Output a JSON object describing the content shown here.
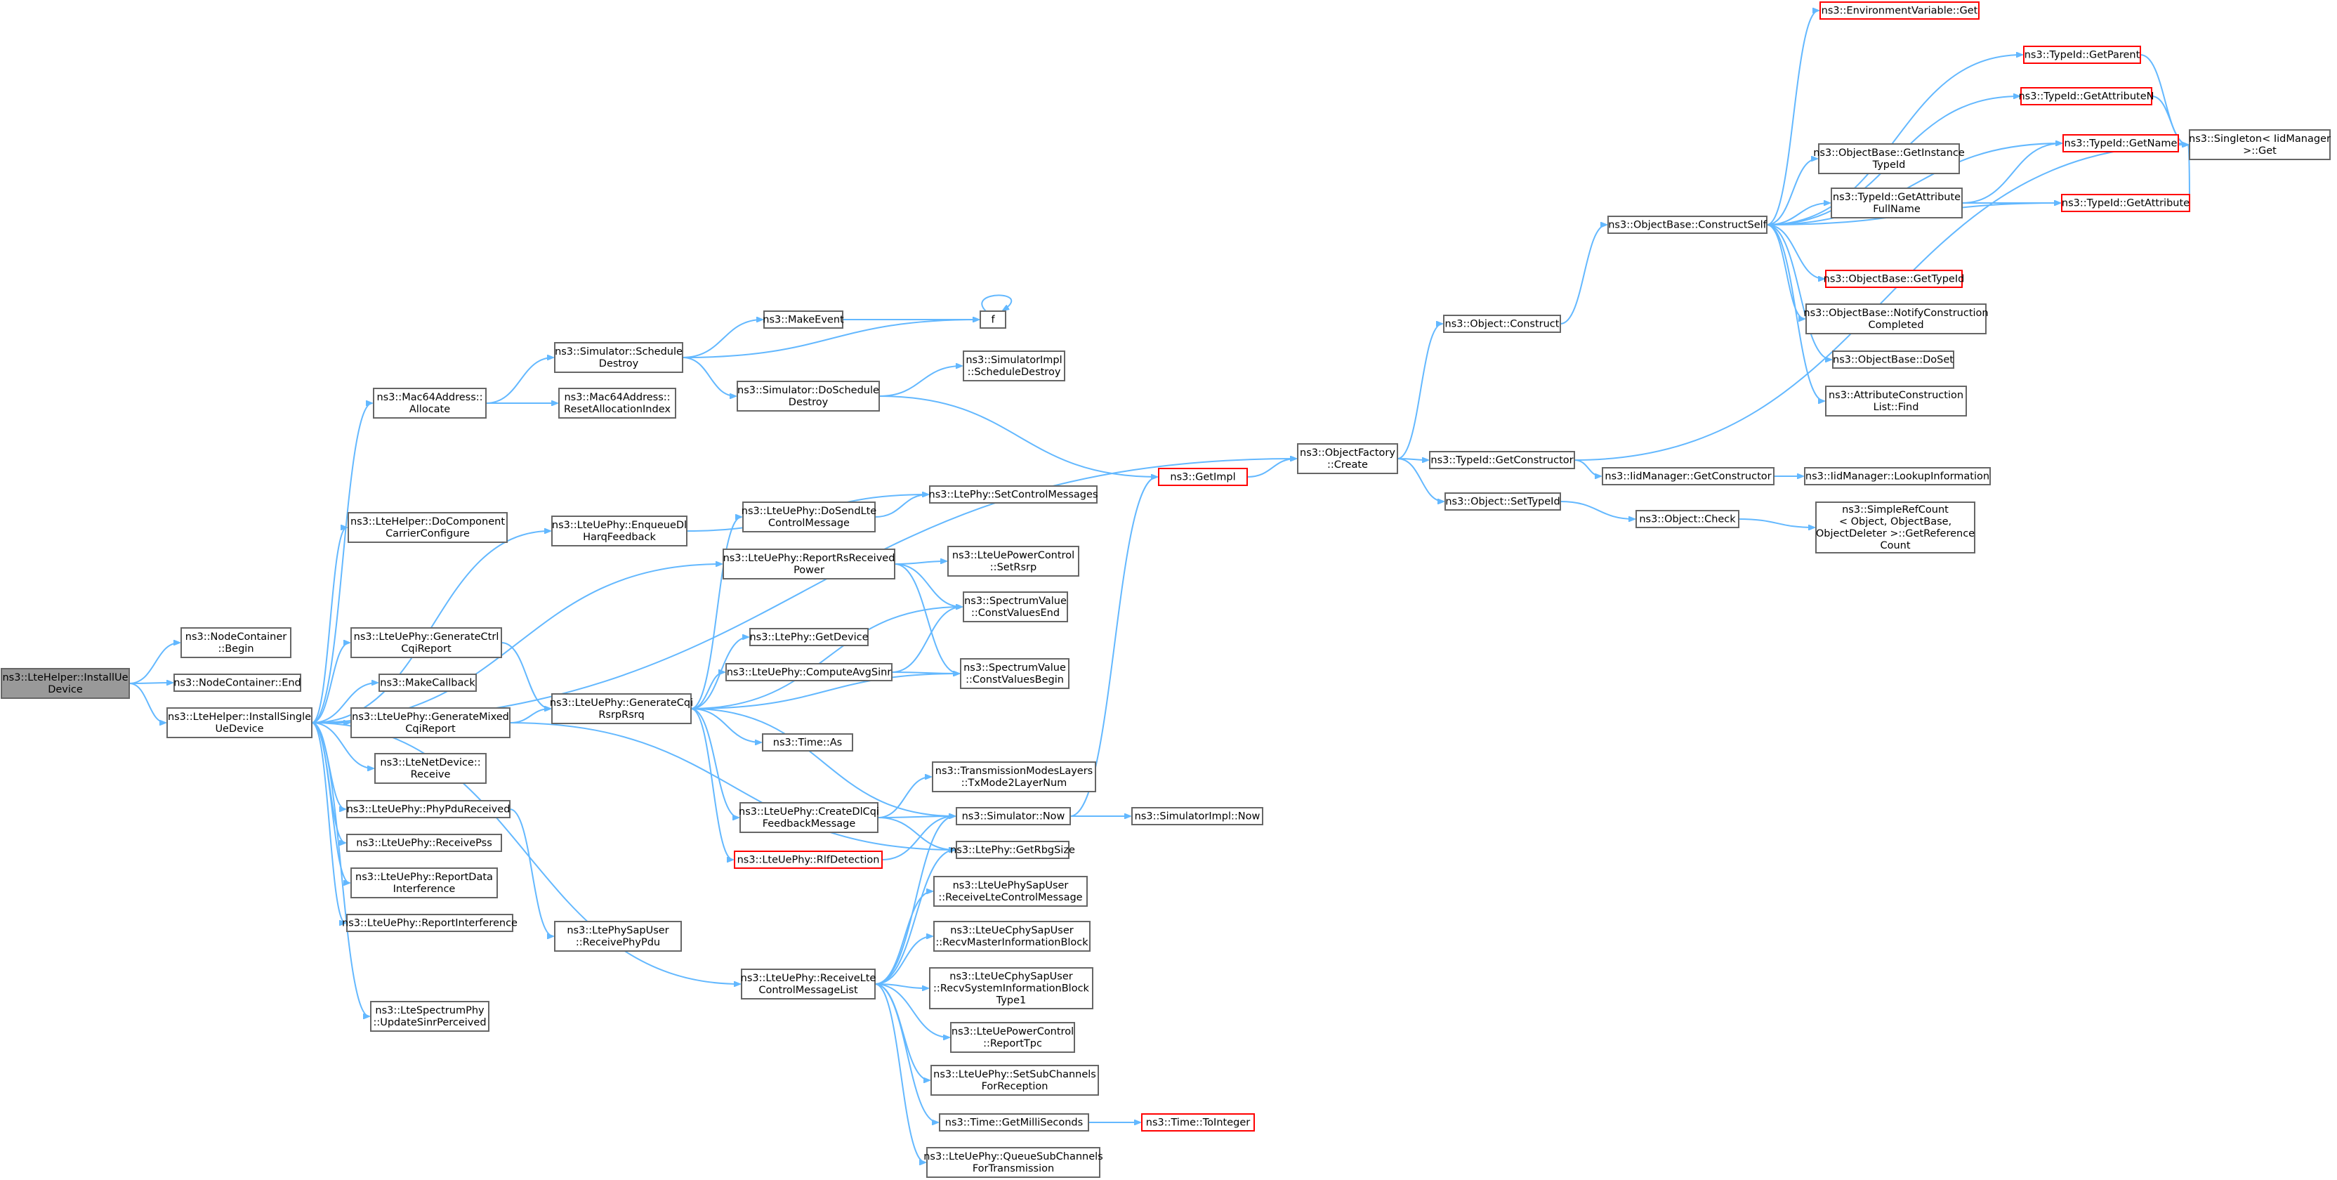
{
  "graph": {
    "colors": {
      "edge": "#63b8ff",
      "node_border": "#666666",
      "node_border_undocumented": "#ff0000",
      "root_fill": "#999999",
      "node_fill": "#ffffff"
    },
    "nodes": [
      {
        "id": "root",
        "lines": [
          "ns3::LteHelper::InstallUe",
          "Device"
        ]
      },
      {
        "id": "nc_begin",
        "lines": [
          "ns3::NodeContainer",
          "::Begin"
        ]
      },
      {
        "id": "nc_end",
        "lines": [
          "ns3::NodeContainer::End"
        ]
      },
      {
        "id": "install_single",
        "lines": [
          "ns3::LteHelper::InstallSingle",
          "UeDevice"
        ]
      },
      {
        "id": "mac64_alloc",
        "lines": [
          "ns3::Mac64Address::",
          "Allocate"
        ]
      },
      {
        "id": "do_component",
        "lines": [
          "ns3::LteHelper::DoComponent",
          "CarrierConfigure"
        ]
      },
      {
        "id": "gen_ctrl",
        "lines": [
          "ns3::LteUePhy::GenerateCtrl",
          "CqiReport"
        ]
      },
      {
        "id": "make_callback",
        "lines": [
          "ns3::MakeCallback"
        ]
      },
      {
        "id": "gen_mixed",
        "lines": [
          "ns3::LteUePhy::GenerateMixed",
          "CqiReport"
        ]
      },
      {
        "id": "netdev_receive",
        "lines": [
          "ns3::LteNetDevice::",
          "Receive"
        ]
      },
      {
        "id": "phy_pdu_recv",
        "lines": [
          "ns3::LteUePhy::PhyPduReceived"
        ]
      },
      {
        "id": "receive_pss",
        "lines": [
          "ns3::LteUePhy::ReceivePss"
        ]
      },
      {
        "id": "report_data_interf",
        "lines": [
          "ns3::LteUePhy::ReportData",
          "Interference"
        ]
      },
      {
        "id": "report_interf",
        "lines": [
          "ns3::LteUePhy::ReportInterference"
        ]
      },
      {
        "id": "update_sinr",
        "lines": [
          "ns3::LteSpectrumPhy",
          "::UpdateSinrPerceived"
        ]
      },
      {
        "id": "sched_destroy",
        "lines": [
          "ns3::Simulator::Schedule",
          "Destroy"
        ]
      },
      {
        "id": "reset_alloc",
        "lines": [
          "ns3::Mac64Address::",
          "ResetAllocationIndex"
        ]
      },
      {
        "id": "enqueue_dl",
        "lines": [
          "ns3::LteUePhy::EnqueueDl",
          "HarqFeedback"
        ]
      },
      {
        "id": "gen_cqi",
        "lines": [
          "ns3::LteUePhy::GenerateCqi",
          "RsrpRsrq"
        ]
      },
      {
        "id": "recv_phy_pdu",
        "lines": [
          "ns3::LtePhySapUser",
          "::ReceivePhyPdu"
        ]
      },
      {
        "id": "make_event",
        "lines": [
          "ns3::MakeEvent"
        ]
      },
      {
        "id": "do_sched_destroy",
        "lines": [
          "ns3::Simulator::DoSchedule",
          "Destroy"
        ]
      },
      {
        "id": "do_send_lte",
        "lines": [
          "ns3::LteUePhy::DoSendLte",
          "ControlMessage"
        ]
      },
      {
        "id": "report_rs",
        "lines": [
          "ns3::LteUePhy::ReportRsReceived",
          "Power"
        ]
      },
      {
        "id": "get_device",
        "lines": [
          "ns3::LtePhy::GetDevice"
        ]
      },
      {
        "id": "compute_avg",
        "lines": [
          "ns3::LteUePhy::ComputeAvgSinr"
        ]
      },
      {
        "id": "time_as",
        "lines": [
          "ns3::Time::As"
        ]
      },
      {
        "id": "create_dl_cqi",
        "lines": [
          "ns3::LteUePhy::CreateDlCqi",
          "FeedbackMessage"
        ]
      },
      {
        "id": "rlf_detection",
        "lines": [
          "ns3::LteUePhy::RlfDetection"
        ],
        "undocumented": true
      },
      {
        "id": "recv_lte_ctrl_list",
        "lines": [
          "ns3::LteUePhy::ReceiveLte",
          "ControlMessageList"
        ]
      },
      {
        "id": "f",
        "lines": [
          "f"
        ]
      },
      {
        "id": "simimpl_sched_destroy",
        "lines": [
          "ns3::SimulatorImpl",
          "::ScheduleDestroy"
        ]
      },
      {
        "id": "set_ctrl_msgs",
        "lines": [
          "ns3::LtePhy::SetControlMessages"
        ]
      },
      {
        "id": "set_rsrp",
        "lines": [
          "ns3::LteUePowerControl",
          "::SetRsrp"
        ]
      },
      {
        "id": "cv_end",
        "lines": [
          "ns3::SpectrumValue",
          "::ConstValuesEnd"
        ]
      },
      {
        "id": "cv_begin",
        "lines": [
          "ns3::SpectrumValue",
          "::ConstValuesBegin"
        ]
      },
      {
        "id": "tx_modes",
        "lines": [
          "ns3::TransmissionModesLayers",
          "::TxMode2LayerNum"
        ]
      },
      {
        "id": "sim_now",
        "lines": [
          "ns3::Simulator::Now"
        ]
      },
      {
        "id": "get_rbg",
        "lines": [
          "ns3::LtePhy::GetRbgSize"
        ]
      },
      {
        "id": "recv_lte_ctrl_msg",
        "lines": [
          "ns3::LteUePhySapUser",
          "::ReceiveLteControlMessage"
        ]
      },
      {
        "id": "recv_mib",
        "lines": [
          "ns3::LteUeCphySapUser",
          "::RecvMasterInformationBlock"
        ]
      },
      {
        "id": "recv_sib1",
        "lines": [
          "ns3::LteUeCphySapUser",
          "::RecvSystemInformationBlock",
          "Type1"
        ]
      },
      {
        "id": "report_tpc",
        "lines": [
          "ns3::LteUePowerControl",
          "::ReportTpc"
        ]
      },
      {
        "id": "set_subch",
        "lines": [
          "ns3::LteUePhy::SetSubChannels",
          "ForReception"
        ]
      },
      {
        "id": "get_ms",
        "lines": [
          "ns3::Time::GetMilliSeconds"
        ]
      },
      {
        "id": "queue_subch",
        "lines": [
          "ns3::LteUePhy::QueueSubChannels",
          "ForTransmission"
        ]
      },
      {
        "id": "get_impl",
        "lines": [
          "ns3::GetImpl"
        ],
        "undocumented": true
      },
      {
        "id": "simimpl_now",
        "lines": [
          "ns3::SimulatorImpl::Now"
        ]
      },
      {
        "id": "to_integer",
        "lines": [
          "ns3::Time::ToInteger"
        ],
        "undocumented": true
      },
      {
        "id": "obj_factory_create",
        "lines": [
          "ns3::ObjectFactory",
          "::Create"
        ]
      },
      {
        "id": "obj_construct",
        "lines": [
          "ns3::Object::Construct"
        ]
      },
      {
        "id": "typeid_get_ctor",
        "lines": [
          "ns3::TypeId::GetConstructor"
        ]
      },
      {
        "id": "obj_set_typeid",
        "lines": [
          "ns3::Object::SetTypeId"
        ]
      },
      {
        "id": "objbase_construct_self",
        "lines": [
          "ns3::ObjectBase::ConstructSelf"
        ]
      },
      {
        "id": "iidmgr_get_ctor",
        "lines": [
          "ns3::IidManager::GetConstructor"
        ]
      },
      {
        "id": "obj_check",
        "lines": [
          "ns3::Object::Check"
        ]
      },
      {
        "id": "env_get",
        "lines": [
          "ns3::EnvironmentVariable::Get"
        ],
        "undocumented": true
      },
      {
        "id": "typeid_get_parent",
        "lines": [
          "ns3::TypeId::GetParent"
        ],
        "undocumented": true
      },
      {
        "id": "typeid_get_attr_n",
        "lines": [
          "ns3::TypeId::GetAttributeN"
        ],
        "undocumented": true
      },
      {
        "id": "typeid_get_name",
        "lines": [
          "ns3::TypeId::GetName"
        ],
        "undocumented": true
      },
      {
        "id": "objbase_get_instance",
        "lines": [
          "ns3::ObjectBase::GetInstance",
          "TypeId"
        ]
      },
      {
        "id": "typeid_get_attr_full",
        "lines": [
          "ns3::TypeId::GetAttribute",
          "FullName"
        ]
      },
      {
        "id": "typeid_get_attr",
        "lines": [
          "ns3::TypeId::GetAttribute"
        ],
        "undocumented": true
      },
      {
        "id": "objbase_get_typeid",
        "lines": [
          "ns3::ObjectBase::GetTypeId"
        ],
        "undocumented": true
      },
      {
        "id": "objbase_notify",
        "lines": [
          "ns3::ObjectBase::NotifyConstruction",
          "Completed"
        ]
      },
      {
        "id": "objbase_doset",
        "lines": [
          "ns3::ObjectBase::DoSet"
        ]
      },
      {
        "id": "attr_list_find",
        "lines": [
          "ns3::AttributeConstruction",
          "List::Find"
        ]
      },
      {
        "id": "iidmgr_lookup",
        "lines": [
          "ns3::IidManager::LookupInformation"
        ]
      },
      {
        "id": "simple_refcount",
        "lines": [
          "ns3::SimpleRefCount",
          "< Object, ObjectBase,",
          "ObjectDeleter >::GetReference",
          "Count"
        ]
      },
      {
        "id": "singleton_get",
        "lines": [
          "ns3::Singleton< IidManager",
          " >::Get"
        ]
      }
    ]
  }
}
